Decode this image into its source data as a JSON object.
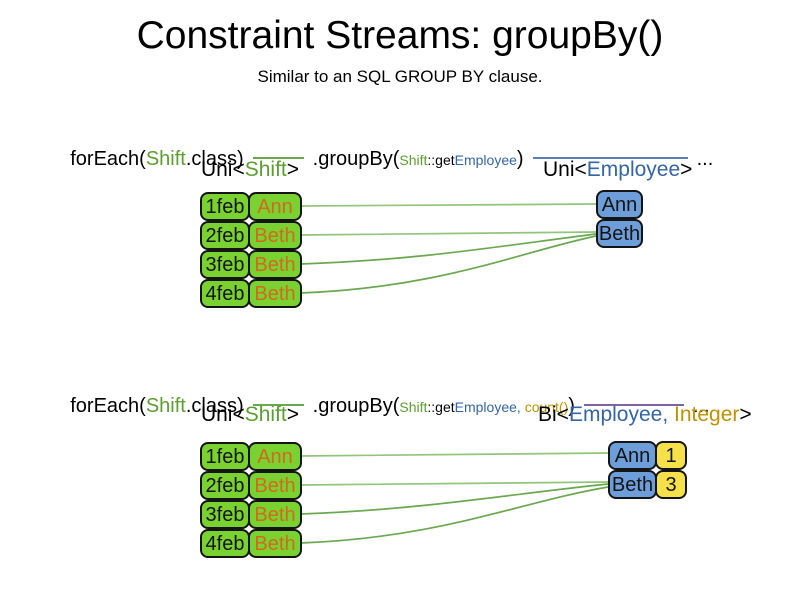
{
  "title": "Constraint Streams: groupBy()",
  "subtitle": "Similar to an SQL GROUP BY clause.",
  "colors": {
    "green": "#5c9e31",
    "blue": "#3465a4",
    "gold": "#c09100",
    "orange": "#d2691e",
    "green_fill": "#7ad231",
    "blue_fill": "#6d9eda",
    "yellow_fill": "#f6e14b",
    "line_green": "#6aa84f",
    "line_green_light": "#93c47d",
    "line_blue": "#5b7fb5",
    "line_purple": "#8064a2"
  },
  "section1": {
    "code": {
      "foreach_open": "forEach(",
      "foreach_arg": "Shift",
      "foreach_close": ".class)",
      "groupby_open": ".groupBy(",
      "key_class": "Shift",
      "key_method": "::get",
      "key_type": "Employee",
      "groupby_close": ")",
      "ellipsis": "..."
    },
    "source_label": {
      "open": "Uni<",
      "type": "Shift",
      "close": ">"
    },
    "result_label": {
      "open": "Uni<",
      "type": "Employee",
      "close": ">"
    },
    "shifts": [
      {
        "date": "1feb",
        "employee": "Ann"
      },
      {
        "date": "2feb",
        "employee": "Beth"
      },
      {
        "date": "3feb",
        "employee": "Beth"
      },
      {
        "date": "4feb",
        "employee": "Beth"
      }
    ],
    "groups": [
      {
        "employee": "Ann"
      },
      {
        "employee": "Beth"
      }
    ]
  },
  "section2": {
    "code": {
      "foreach_open": "forEach(",
      "foreach_arg": "Shift",
      "foreach_close": ".class)",
      "groupby_open": ".groupBy(",
      "key_class": "Shift",
      "key_method": "::get",
      "key_type": "Employee",
      "arg_sep": ", ",
      "collector": "count()",
      "groupby_close": ")",
      "ellipsis": "..."
    },
    "source_label": {
      "open": "Uni<",
      "type": "Shift",
      "close": ">"
    },
    "result_label": {
      "open": "Bi<",
      "type1": "Employee",
      "sep": ", ",
      "type2": "Integer",
      "close": ">"
    },
    "shifts": [
      {
        "date": "1feb",
        "employee": "Ann"
      },
      {
        "date": "2feb",
        "employee": "Beth"
      },
      {
        "date": "3feb",
        "employee": "Beth"
      },
      {
        "date": "4feb",
        "employee": "Beth"
      }
    ],
    "groups": [
      {
        "employee": "Ann",
        "count": "1"
      },
      {
        "employee": "Beth",
        "count": "3"
      }
    ]
  }
}
